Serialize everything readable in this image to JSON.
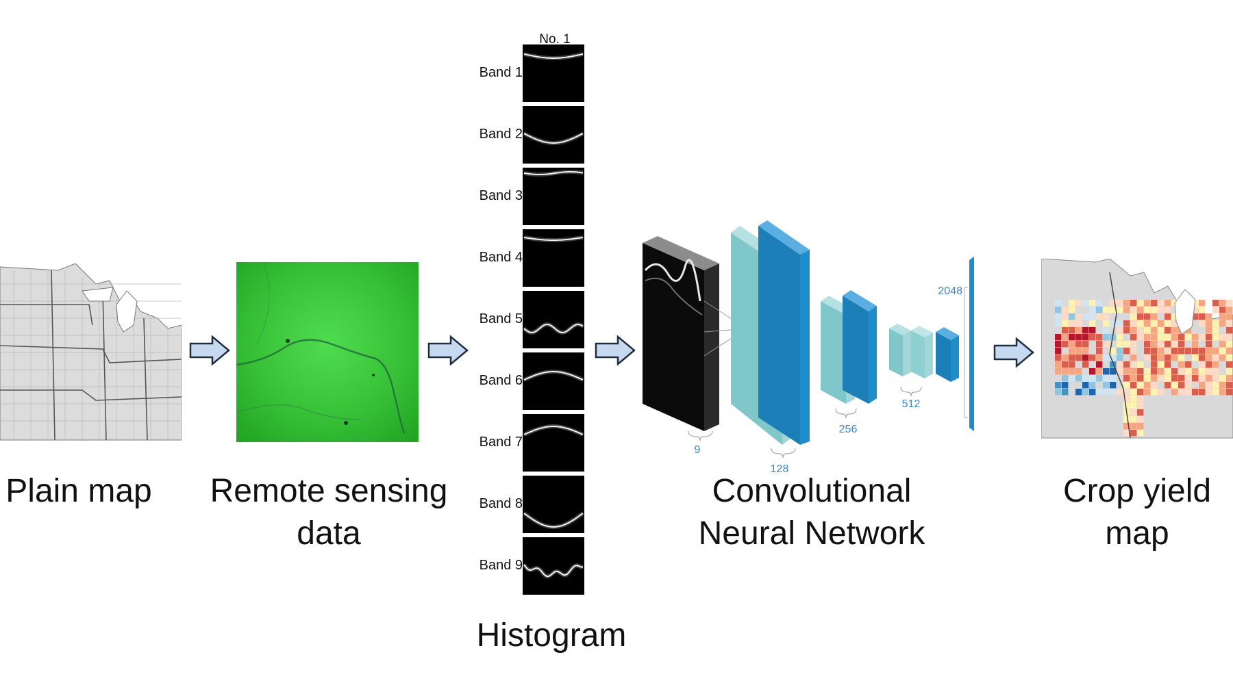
{
  "stages": {
    "plain_map": "Plain map",
    "remote_sensing": [
      "Remote sensing",
      "data"
    ],
    "histogram": "Histogram",
    "cnn": [
      "Convolutional",
      "Neural Network"
    ],
    "crop_yield": [
      "Crop yield",
      "map"
    ]
  },
  "histogram_header": "No. 1",
  "bands": [
    "Band 1",
    "Band 2",
    "Band 3",
    "Band 4",
    "Band 5",
    "Band 6",
    "Band 7",
    "Band 8",
    "Band 9"
  ],
  "cnn_dims": {
    "input": "9",
    "block1": "128",
    "block2": "256",
    "block3": "512",
    "fc": "2048"
  },
  "colors": {
    "arrow_fill": "#c5d9f1",
    "arrow_stroke": "#1f2d3d",
    "green": "#3cc63c",
    "cnn_light": "#7fc7c9",
    "cnn_dark": "#1f8dc9",
    "dim_text": "#3a86c8"
  }
}
